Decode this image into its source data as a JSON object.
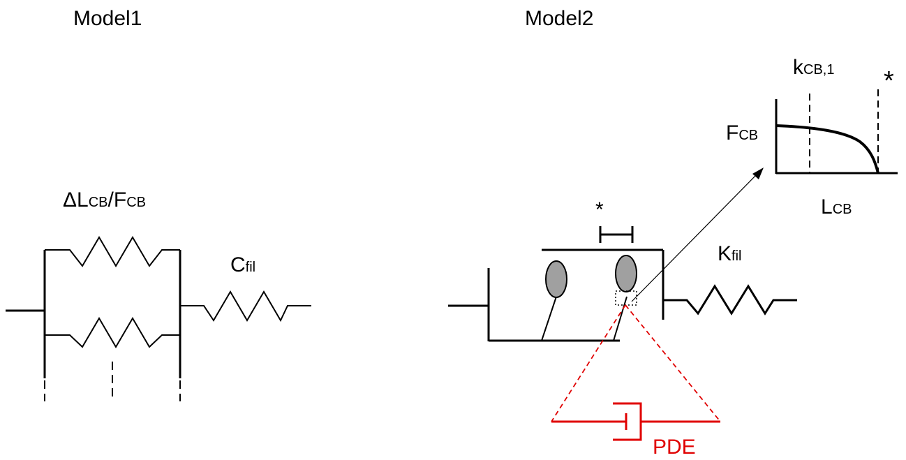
{
  "model1": {
    "title": "Model1",
    "parallel_label": {
      "delta": "ΔL",
      "delta_sub": "CB",
      "slash": "/F",
      "f_sub": "CB"
    },
    "series_label": {
      "main": "C",
      "sub": "fil"
    }
  },
  "model2": {
    "title": "Model2",
    "star_label": "*",
    "series_label": {
      "main": "K",
      "sub": "fil"
    },
    "damper_label": "PDE",
    "inset": {
      "top_label": {
        "main": "k",
        "sub": "CB,1"
      },
      "star_label": "*",
      "y_label": {
        "main": "F",
        "sub": "CB"
      },
      "x_label": {
        "main": "L",
        "sub": "CB"
      }
    }
  },
  "colors": {
    "line": "#000000",
    "head_fill": "#a0a0a0",
    "damper": "#e00000"
  }
}
